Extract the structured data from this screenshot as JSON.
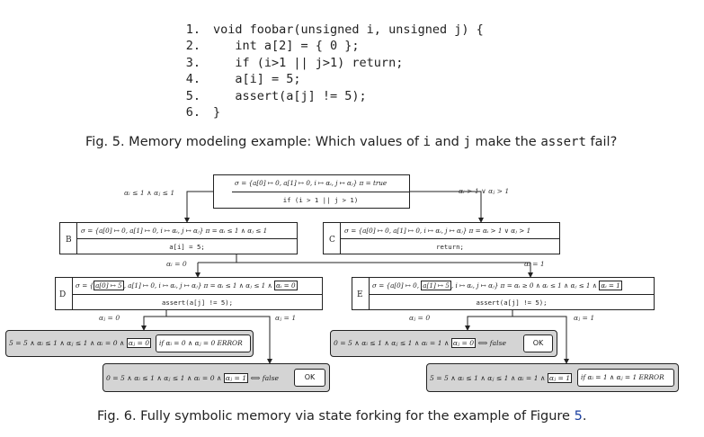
{
  "code": {
    "lines": [
      {
        "num": "1.",
        "text": "void foobar(unsigned i, unsigned j) {"
      },
      {
        "num": "2.",
        "text": "   int a[2] = { 0 };"
      },
      {
        "num": "3.",
        "text": "   if (i>1 || j>1) return;"
      },
      {
        "num": "4.",
        "text": "   a[i] = 5;"
      },
      {
        "num": "5.",
        "text": "   assert(a[j] != 5);"
      },
      {
        "num": "6.",
        "text": "}"
      }
    ]
  },
  "fig5_caption": {
    "prefix": "Fig. 5.  Memory modeling example: Which values of ",
    "var_i": "i",
    "mid": " and ",
    "var_j": "j",
    "mid2": " make the ",
    "assert_word": "assert",
    "suffix": " fail?"
  },
  "nodes": {
    "A": {
      "label": "A",
      "state": "σ = {a[0] ↦ 0, a[1] ↦ 0, i ↦ αᵢ, j ↦ αⱼ}  π = true",
      "stmt": "if (i > 1 || j > 1)"
    },
    "B": {
      "label": "B",
      "state": "σ = {a[0] ↦ 0, a[1] ↦ 0, i ↦ αᵢ, j ↦ αⱼ}  π = αᵢ ≤ 1 ∧ αⱼ ≤ 1",
      "stmt": "a[i] = 5;"
    },
    "C": {
      "label": "C",
      "state": "σ = {a[0] ↦ 0, a[1] ↦ 0, i ↦ αᵢ, j ↦ αⱼ}  π = αᵢ > 1 ∨ αⱼ > 1",
      "stmt": "return;"
    },
    "D": {
      "label": "D",
      "state_pre": "σ = {",
      "state_box1": "a[0] ↦ 5",
      "state_mid": ", a[1] ↦ 0, i ↦ αᵢ, j ↦ αⱼ}  π = αᵢ ≤ 1 ∧ αⱼ ≤ 1 ∧ ",
      "state_box2": "αᵢ = 0",
      "stmt": "assert(a[j] != 5);"
    },
    "E": {
      "label": "E",
      "state_pre": "σ = {a[0] ↦ 0, ",
      "state_box1": "a[1] ↦ 5",
      "state_mid": ", i ↦ αᵢ, j ↦ αⱼ}  π = αᵢ ≥ 0 ∧ αᵢ ≤ 1 ∧ αⱼ ≤ 1 ∧ ",
      "state_box2": "αᵢ = 1",
      "stmt": "assert(a[j] != 5);"
    }
  },
  "edges": {
    "A_B": "αᵢ ≤ 1 ∧ αⱼ ≤ 1",
    "A_C": "αᵢ > 1 ∨ αⱼ > 1",
    "B_D": "αᵢ = 0",
    "B_E": "αᵢ = 1",
    "D_left": "αⱼ = 0",
    "D_right": "αⱼ = 1",
    "E_left": "αⱼ = 0",
    "E_right": "αⱼ = 1"
  },
  "leaves": {
    "D0": {
      "text": "5 = 5 ∧ αᵢ ≤ 1 ∧ αⱼ ≤ 1 ∧ αᵢ = 0 ∧ ",
      "boxed": "αⱼ = 0",
      "result": "if αᵢ = 0 ∧ αⱼ = 0 ERROR"
    },
    "D1": {
      "text": "0 = 5 ∧ αᵢ ≤ 1 ∧ αⱼ ≤ 1 ∧ αᵢ = 0 ∧ ",
      "boxed": "αⱼ = 1",
      "arrow": "⟺ false",
      "result": "OK"
    },
    "E0": {
      "text": "0 = 5 ∧ αᵢ ≤ 1 ∧ αⱼ ≤ 1 ∧ αᵢ = 1 ∧ ",
      "boxed": "αⱼ = 0",
      "arrow": "⟺ false",
      "result": "OK"
    },
    "E1": {
      "text": "5 = 5 ∧ αᵢ ≤ 1 ∧ αⱼ ≤ 1 ∧ αᵢ = 1 ∧ ",
      "boxed": "αⱼ = 1",
      "result": "if αᵢ = 1 ∧ αⱼ = 1 ERROR"
    }
  },
  "fig6_caption": {
    "text": "Fig. 6.  Fully symbolic memory via state forking for the example of Figure ",
    "ref": "5",
    "end": "."
  },
  "colors": {
    "node_fill": "#ffffff",
    "leaf_fill": "#d4d4d4",
    "link": "#1a3fa0"
  }
}
